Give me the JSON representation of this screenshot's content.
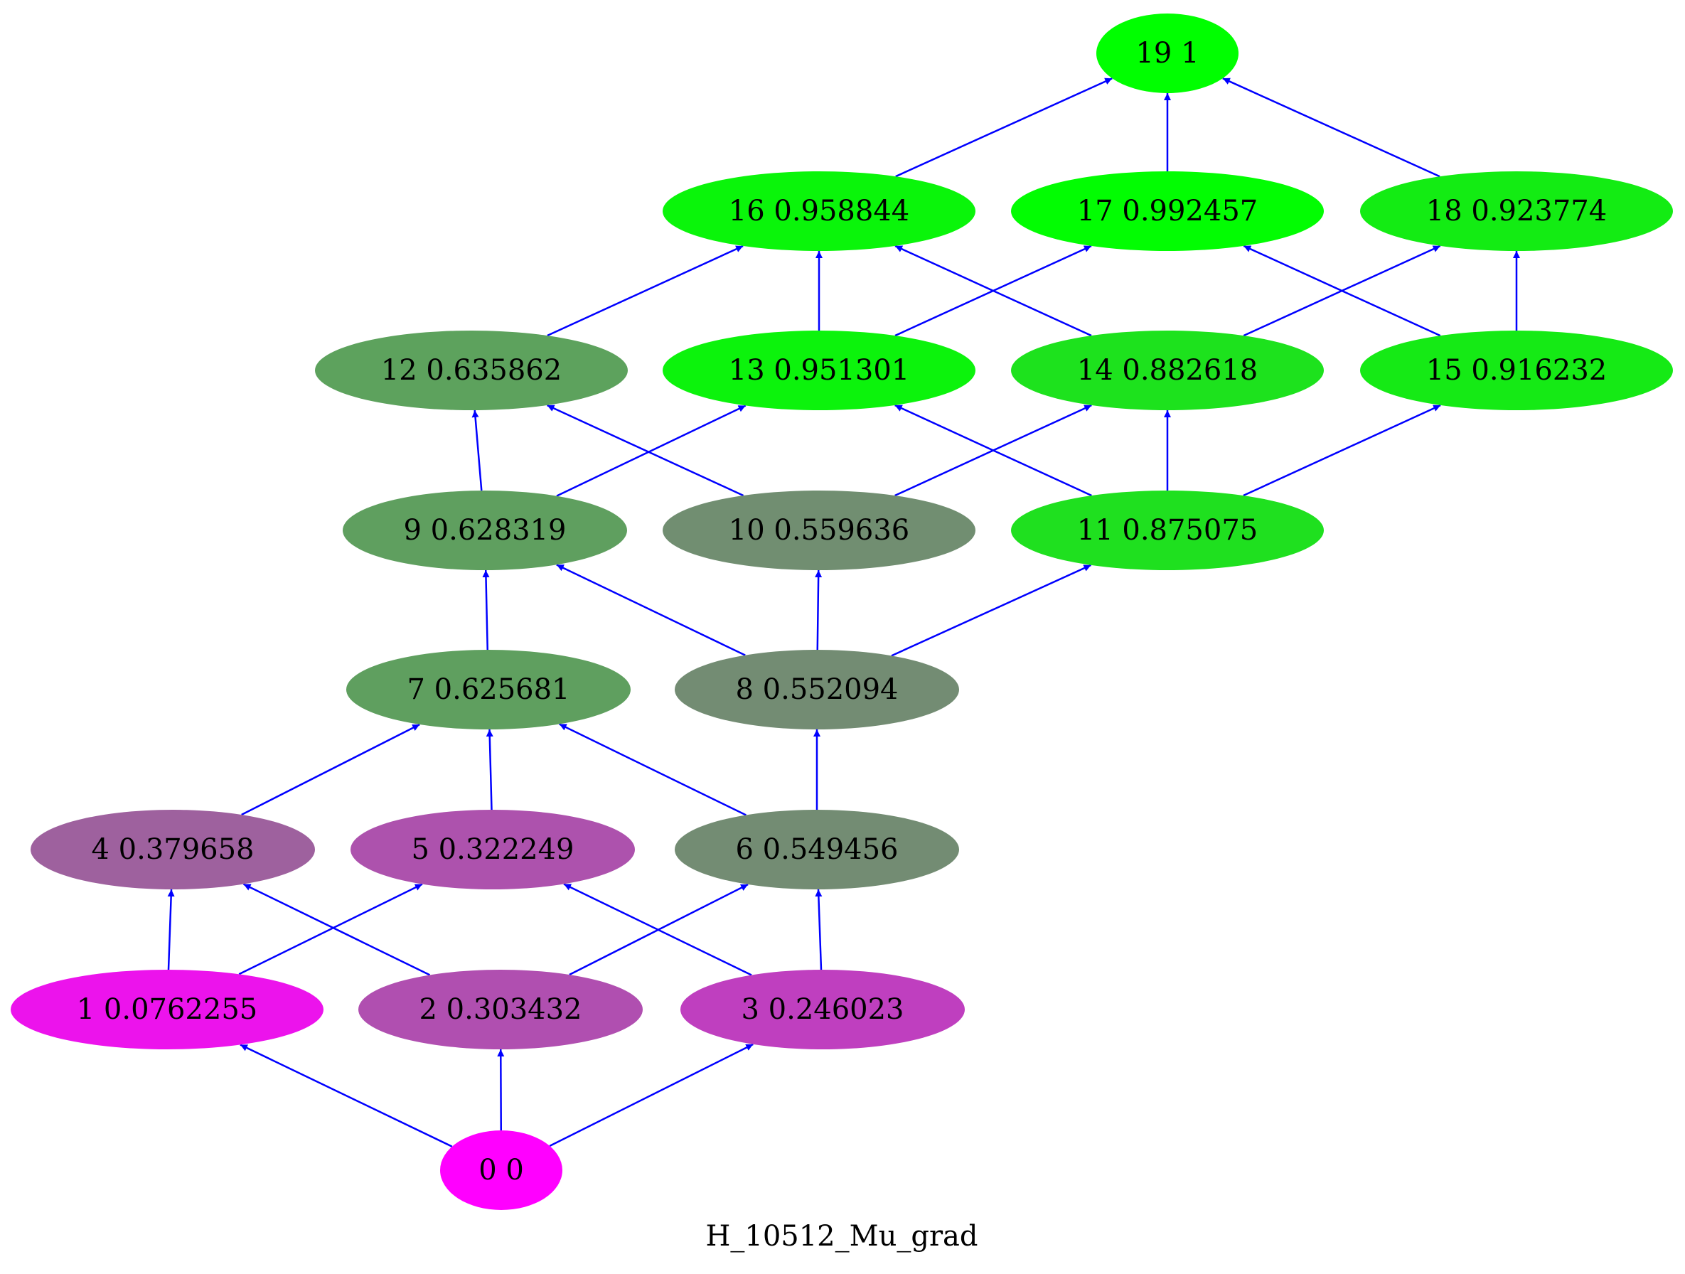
{
  "caption": "H_10512_Mu_grad",
  "edge_color": "#0000ff",
  "nodes": [
    {
      "id": "0",
      "label": "0 0",
      "color": "#ff00ff"
    },
    {
      "id": "1",
      "label": "1 0.0762255",
      "color": "#ec13ec"
    },
    {
      "id": "2",
      "label": "2 0.303432",
      "color": "#b04fb0"
    },
    {
      "id": "3",
      "label": "3 0.246023",
      "color": "#bf3fbf"
    },
    {
      "id": "4",
      "label": "4 0.379658",
      "color": "#9e619e"
    },
    {
      "id": "5",
      "label": "5 0.322249",
      "color": "#ad52ad"
    },
    {
      "id": "6",
      "label": "6 0.549456",
      "color": "#738c73"
    },
    {
      "id": "7",
      "label": "7 0.625681",
      "color": "#5f9f5f"
    },
    {
      "id": "8",
      "label": "8 0.552094",
      "color": "#738c73"
    },
    {
      "id": "9",
      "label": "9 0.628319",
      "color": "#5f9f5f"
    },
    {
      "id": "10",
      "label": "10 0.559636",
      "color": "#718e71"
    },
    {
      "id": "11",
      "label": "11 0.875075",
      "color": "#1fe01f"
    },
    {
      "id": "12",
      "label": "12 0.635862",
      "color": "#5da25d"
    },
    {
      "id": "13",
      "label": "13 0.951301",
      "color": "#0cf30c"
    },
    {
      "id": "14",
      "label": "14 0.882618",
      "color": "#1de21d"
    },
    {
      "id": "15",
      "label": "15 0.916232",
      "color": "#15ea15"
    },
    {
      "id": "16",
      "label": "16 0.958844",
      "color": "#0af50a"
    },
    {
      "id": "17",
      "label": "17 0.992457",
      "color": "#02fd02"
    },
    {
      "id": "18",
      "label": "18 0.923774",
      "color": "#13ec13"
    },
    {
      "id": "19",
      "label": "19 1",
      "color": "#00ff00"
    }
  ],
  "edges": [
    [
      "0",
      "1"
    ],
    [
      "0",
      "2"
    ],
    [
      "0",
      "3"
    ],
    [
      "1",
      "4"
    ],
    [
      "1",
      "5"
    ],
    [
      "2",
      "4"
    ],
    [
      "2",
      "6"
    ],
    [
      "3",
      "5"
    ],
    [
      "3",
      "6"
    ],
    [
      "4",
      "7"
    ],
    [
      "5",
      "7"
    ],
    [
      "6",
      "7"
    ],
    [
      "6",
      "8"
    ],
    [
      "7",
      "9"
    ],
    [
      "8",
      "9"
    ],
    [
      "8",
      "10"
    ],
    [
      "8",
      "11"
    ],
    [
      "9",
      "12"
    ],
    [
      "9",
      "13"
    ],
    [
      "10",
      "12"
    ],
    [
      "10",
      "14"
    ],
    [
      "11",
      "13"
    ],
    [
      "11",
      "14"
    ],
    [
      "11",
      "15"
    ],
    [
      "12",
      "16"
    ],
    [
      "13",
      "16"
    ],
    [
      "13",
      "17"
    ],
    [
      "14",
      "16"
    ],
    [
      "14",
      "18"
    ],
    [
      "15",
      "17"
    ],
    [
      "15",
      "18"
    ],
    [
      "16",
      "19"
    ],
    [
      "17",
      "19"
    ],
    [
      "18",
      "19"
    ]
  ]
}
